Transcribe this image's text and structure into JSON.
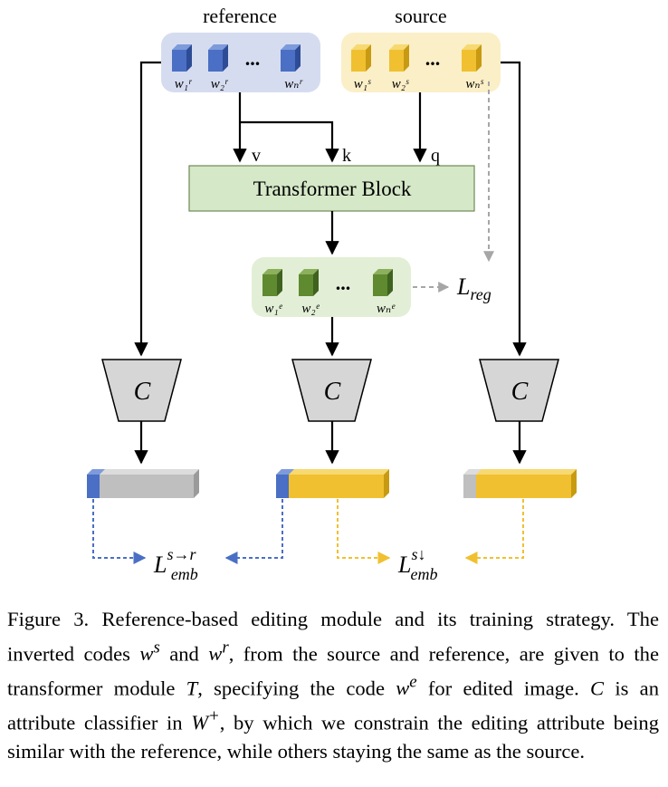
{
  "diagram": {
    "label_reference": "reference",
    "label_source": "source",
    "ellipsis": "...",
    "ref_codes": [
      "w₁ʳ",
      "w₂ʳ",
      "wₙʳ"
    ],
    "src_codes": [
      "w₁ˢ",
      "w₂ˢ",
      "wₙˢ"
    ],
    "edit_codes": [
      "w₁ᵉ",
      "w₂ᵉ",
      "wₙᵉ"
    ],
    "arrow_v": "v",
    "arrow_k": "k",
    "arrow_q": "q",
    "transformer_label": "Transformer Block",
    "classifier_label": "C",
    "loss_reg": "L_reg",
    "loss_emb_sr": "L_emb^{s→r}",
    "loss_emb_s": "L_emb^{s↓}",
    "colors": {
      "reference_blue": "#4a6fc4",
      "source_yellow": "#f0c030",
      "edited_green": "#5f8a30",
      "panel_blue": "#d6dcf0",
      "panel_yellow": "#fbefc8",
      "panel_green": "#e2efd6",
      "transformer_fill": "#d5e8c7",
      "classifier_fill": "#d6d6d6",
      "bar_gray": "#bfbfbf"
    }
  },
  "caption": {
    "figure_label": "Figure 3.",
    "title": "Reference-based editing module and its training strategy.",
    "p1": "The inverted codes ",
    "ws": "w",
    "ws_sup": "s",
    "p2": " and ",
    "wr": "w",
    "wr_sup": "r",
    "p3": ", from the source and reference, are given to the transformer module ",
    "T": "T",
    "p4": ", specifying the code ",
    "we": "w",
    "we_sup": "e",
    "p5": " for edited image. ",
    "C": "C",
    "p6": " is an attribute classifier in ",
    "Wplus": "W",
    "Wplus_sup": "+",
    "p7": ", by which we constrain the editing attribute being similar with the reference, while others staying the same as the source."
  }
}
